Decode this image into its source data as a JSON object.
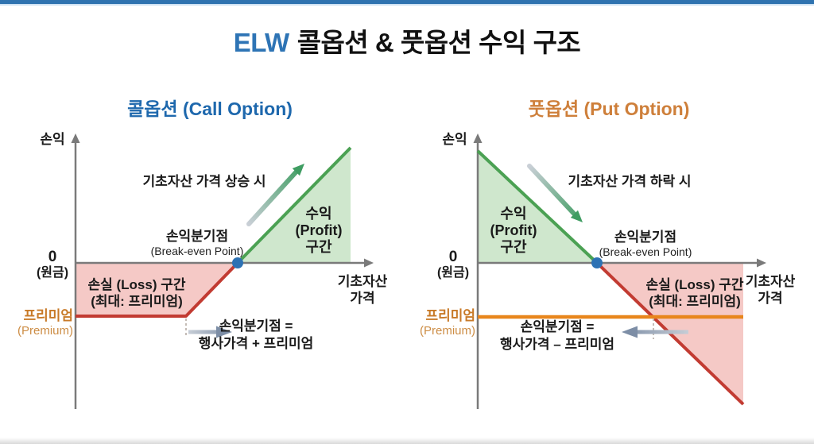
{
  "header": {
    "title_accent": "ELW",
    "title_rest": "콜옵션 & 풋옵션 수익 구조"
  },
  "colors": {
    "top_bar": "#2f73b0",
    "accent_blue": "#2e74b5",
    "call_title_blue": "#1e68ad",
    "put_title_orange": "#ce7f3a",
    "profit_line_green": "#4ba153",
    "profit_fill_green": "#cfe7cd",
    "loss_line_red": "#c23b32",
    "loss_fill_red": "#f5c9c6",
    "premium_line_orange": "#e8861c",
    "premium_text_orange": "#c87a28",
    "axis_gray": "#7a7a7a",
    "breakeven_dot_blue": "#2d72b4",
    "arrow_gray": "#7d8ea6"
  },
  "call": {
    "title": "콜옵션 (Call Option)",
    "y_axis": "손익",
    "x_axis_1": "기초자산",
    "x_axis_2": "가격",
    "scenario": "기초자산 가격 상승 시",
    "breakeven_1": "손익분기점",
    "breakeven_2": "(Break-even Point)",
    "profit_1": "수익",
    "profit_2": "(Profit)",
    "profit_3": "구간",
    "loss_1": "손실 (Loss) 구간",
    "loss_2": "(최대: 프리미엄)",
    "origin_1": "0",
    "origin_2": "(원금)",
    "premium_1": "프리미엄",
    "premium_2": "(Premium)",
    "formula_1": "손익분기점 =",
    "formula_2": "행사가격 + 프리미엄"
  },
  "put": {
    "title": "풋옵션 (Put Option)",
    "y_axis": "손익",
    "x_axis_1": "기초자산",
    "x_axis_2": "가격",
    "scenario": "기초자산 가격 하락 시",
    "breakeven_1": "손익분기점",
    "breakeven_2": "(Break-even Point)",
    "profit_1": "수익",
    "profit_2": "(Profit)",
    "profit_3": "구간",
    "loss_1": "손실 (Loss) 구간",
    "loss_2": "(최대: 프리미엄)",
    "origin_1": "0",
    "origin_2": "(원금)",
    "premium_1": "프리미엄",
    "premium_2": "(Premium)",
    "formula_1": "손익분기점 =",
    "formula_2": "행사가격 – 프리미엄"
  }
}
